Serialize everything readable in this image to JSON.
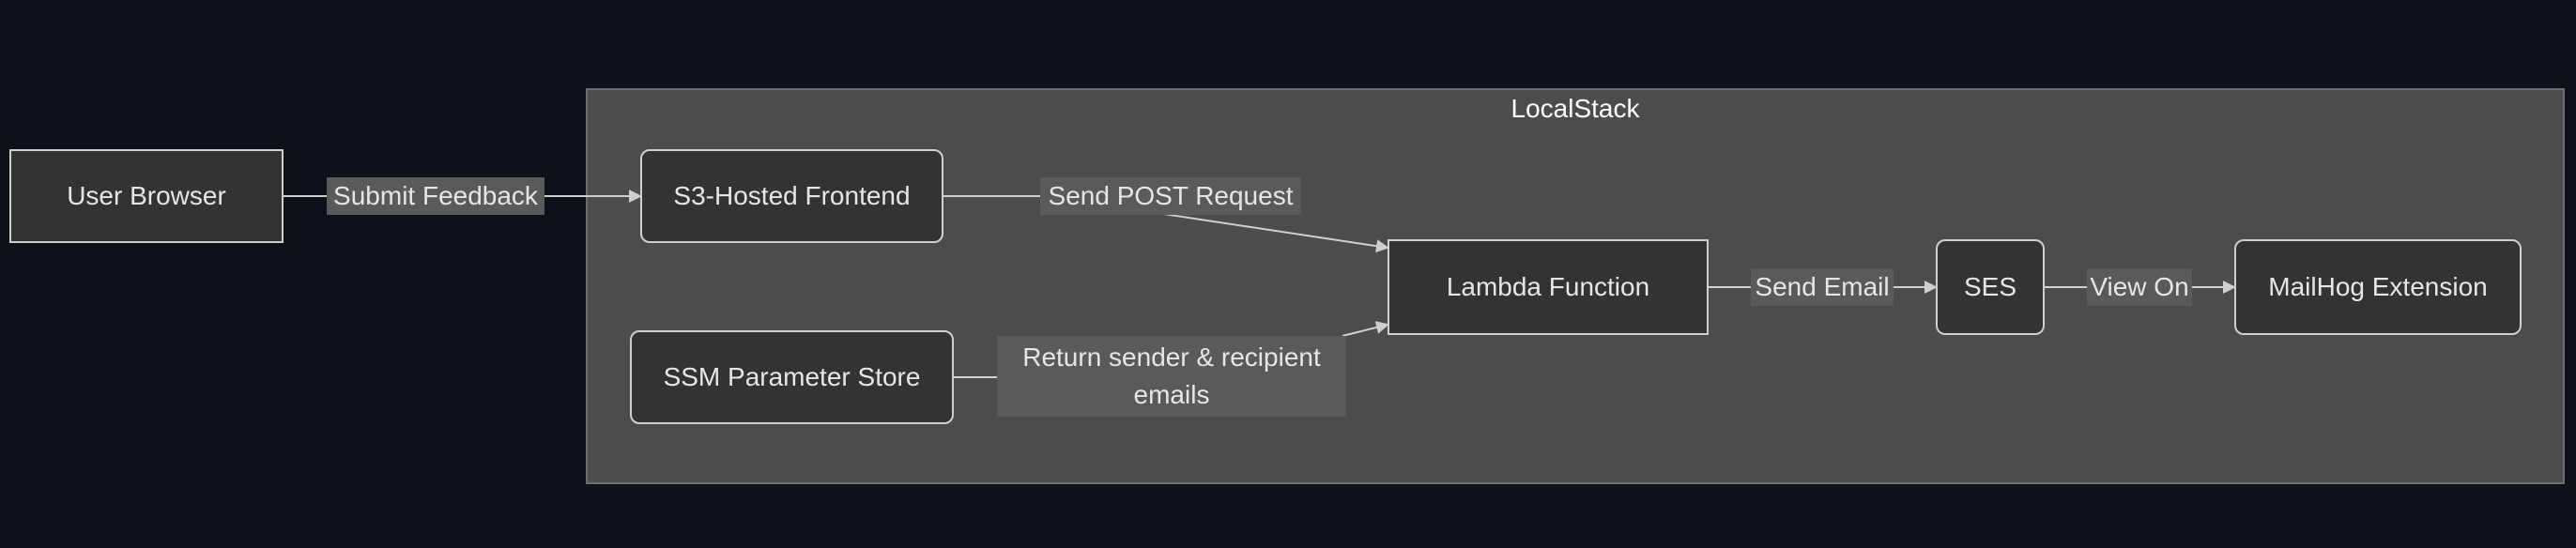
{
  "cluster": {
    "title": "LocalStack"
  },
  "nodes": {
    "user_browser": "User Browser",
    "s3_frontend": "S3-Hosted Frontend",
    "ssm_store": "SSM Parameter Store",
    "lambda": "Lambda Function",
    "ses": "SES",
    "mailhog": "MailHog Extension"
  },
  "edges": {
    "submit_feedback": "Submit Feedback",
    "send_post": "Send POST Request",
    "return_emails": "Return sender & recipient emails",
    "send_email": "Send Email",
    "view_on": "View On"
  },
  "colors": {
    "background": "#0f111a",
    "cluster_fill": "#4c4c4c",
    "node_fill": "#333333",
    "node_border": "#cfcfcf",
    "edge_color": "#cfcfcf",
    "label_fill": "#5a5a5a"
  }
}
